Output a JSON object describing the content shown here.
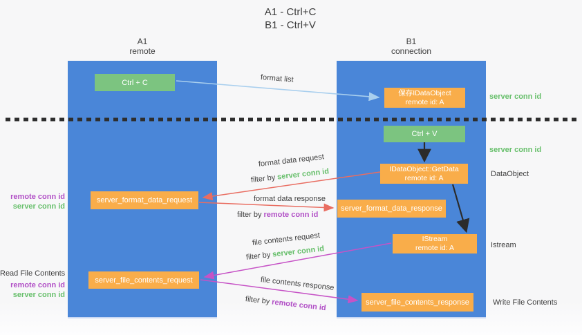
{
  "title": {
    "line1": "A1 - Ctrl+C",
    "line2": "B1 - Ctrl+V"
  },
  "lanes": {
    "a": {
      "name": "A1",
      "role": "remote"
    },
    "b": {
      "name": "B1",
      "role": "connection"
    }
  },
  "nodes": {
    "ctrl_c": {
      "label": "Ctrl + C"
    },
    "ctrl_v": {
      "label": "Ctrl + V"
    },
    "save_dataobject": {
      "line1": "保存IDataObject",
      "line2": "remote id: A"
    },
    "getdata": {
      "line1": "IDataObject::GetData",
      "line2": "remote id: A"
    },
    "istream": {
      "line1": "IStream",
      "line2": "remote id: A"
    },
    "server_format_data_request": {
      "label": "server_format_data_request"
    },
    "server_format_data_response": {
      "label": "server_format_data_response"
    },
    "server_file_contents_request": {
      "label": "server_file_contents_request"
    },
    "server_file_contents_response": {
      "label": "server_file_contents_response"
    }
  },
  "flows": {
    "format_list": {
      "label": "format list"
    },
    "format_data_request": {
      "label": "format data request",
      "filter_prefix": "filter by",
      "filter_key": "server conn id"
    },
    "format_data_response": {
      "label": "format data response",
      "filter_prefix": "filter by",
      "filter_key": "remote conn id"
    },
    "file_contents_request": {
      "label": "file contents request",
      "filter_prefix": "filter by",
      "filter_key": "server conn id"
    },
    "file_contents_response": {
      "label": "file contents response",
      "filter_prefix": "filter by",
      "filter_key": "remote conn id"
    }
  },
  "left_annotations": {
    "format": {
      "remote": "remote conn id",
      "server": "server conn id"
    },
    "read_title": "Read File Contents",
    "file": {
      "remote": "remote conn id",
      "server": "server conn id"
    }
  },
  "right_annotations": {
    "server_conn_id_top": "server conn id",
    "server_conn_id_mid": "server conn id",
    "dataobject": "DataObject",
    "istream": "Istream",
    "write_title": "Write File Contents"
  },
  "colors": {
    "lane-blue": "#4a86d8",
    "box-green": "#7cc480",
    "box-orange": "#f9ad4a",
    "arrow-lightblue": "#a9cfee",
    "arrow-red": "#e96d61",
    "arrow-magenta": "#c653c6",
    "label-green": "#67bf6b",
    "label-purple": "#b14fc6"
  }
}
